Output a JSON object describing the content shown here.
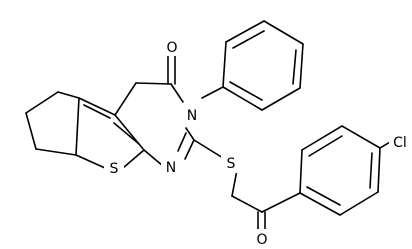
{
  "atoms": {
    "O_carbonyl": "O",
    "N_phenyl": "N",
    "S_thiophene": "S",
    "N_ring": "N",
    "S_thioether": "S",
    "O_ketone": "O",
    "Cl": "Cl"
  }
}
